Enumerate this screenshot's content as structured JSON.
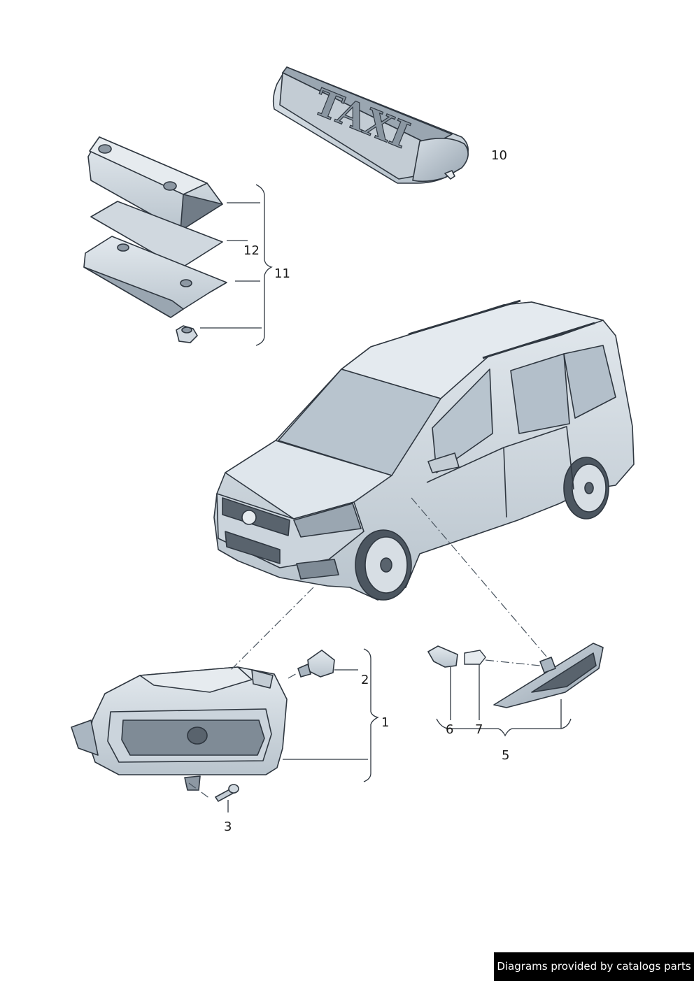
{
  "callouts": {
    "c1": "1",
    "c2": "2",
    "c3": "3",
    "c5": "5",
    "c6": "6",
    "c7": "7",
    "c10": "10",
    "c11": "11",
    "c12": "12"
  },
  "taxi_sign_text": "TAXI",
  "credit": "Diagrams provided by catalogs parts",
  "colors": {
    "part_fill": "#cdd6de",
    "part_stroke": "#2f3740",
    "glass_fill": "#b8c4ce",
    "dark_fill": "#59636d"
  }
}
